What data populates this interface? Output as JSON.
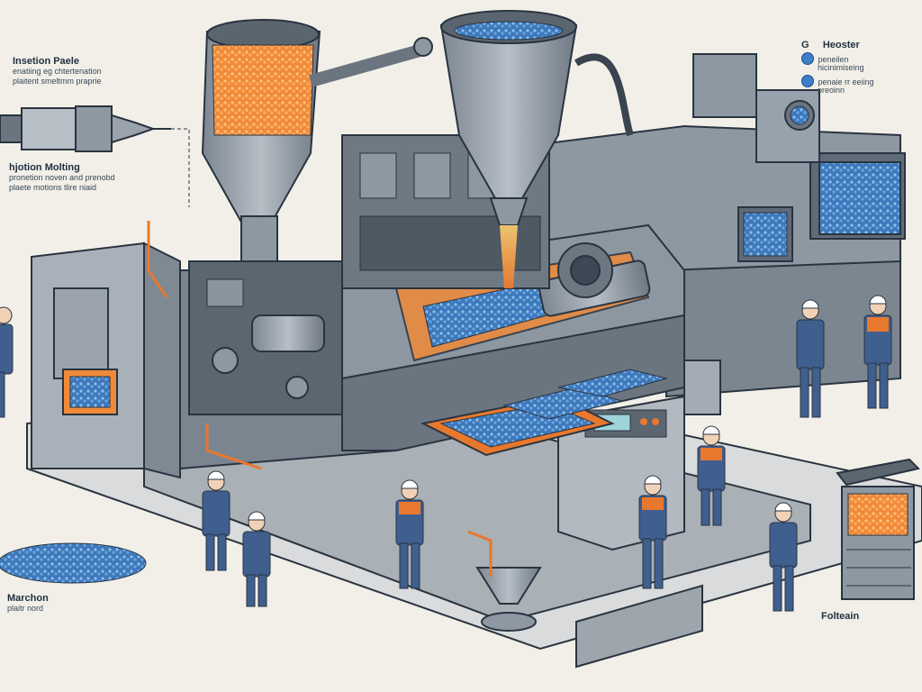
{
  "colors": {
    "background": "#f1efe8",
    "machine_gray": "#8e98a3",
    "machine_dark": "#5e6873",
    "outline": "#2a3440",
    "heat_orange": "#f08a3a",
    "pellet_blue": "#4a86c8",
    "overall_blue": "#3f5f8f",
    "vest_orange": "#e8782e"
  },
  "labels": {
    "top_left": {
      "marker": "",
      "title": "Insetion Paele",
      "body": [
        "enatiing eg chtertenation",
        "plaitent smeltmm praprie"
      ]
    },
    "mid_left": {
      "marker": "",
      "title": "hjotion Molting",
      "body": [
        "pronetion noven and prenobd",
        "plaete motions tlire niaid"
      ]
    },
    "bottom_left": {
      "marker": "",
      "title": "Marchon",
      "body": [
        "plaitr nord"
      ]
    },
    "top_right": {
      "marker": "G",
      "title": "Heoster",
      "body": [
        "peneilen",
        "hicinimiseing",
        "penaie rr eeiing",
        "preoinn"
      ]
    },
    "bottom_right": {
      "marker": "",
      "title": "Folteain",
      "body": []
    }
  },
  "icons": [
    "nozzle-icon",
    "pellet-pile-icon",
    "hopper-icon",
    "worker-icon",
    "bin-icon"
  ]
}
